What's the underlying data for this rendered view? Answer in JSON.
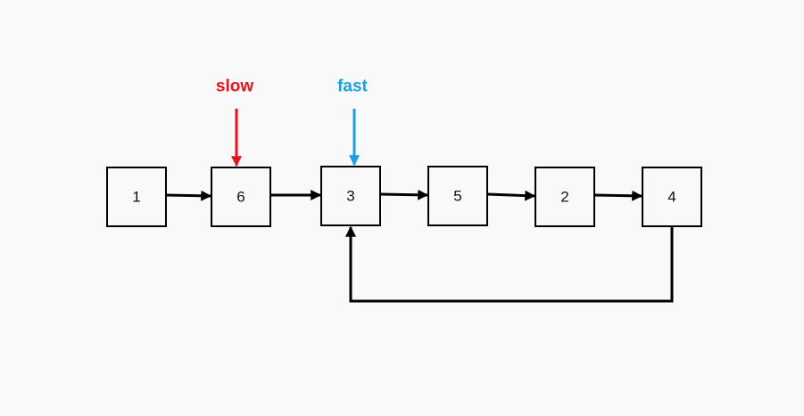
{
  "nodes": [
    {
      "id": "n1",
      "label": "1"
    },
    {
      "id": "n6",
      "label": "6"
    },
    {
      "id": "n3",
      "label": "3"
    },
    {
      "id": "n5",
      "label": "5"
    },
    {
      "id": "n2",
      "label": "2"
    },
    {
      "id": "n4",
      "label": "4"
    }
  ],
  "edges": [
    {
      "from": "n1",
      "to": "n6"
    },
    {
      "from": "n6",
      "to": "n3"
    },
    {
      "from": "n3",
      "to": "n5"
    },
    {
      "from": "n5",
      "to": "n2"
    },
    {
      "from": "n2",
      "to": "n4"
    },
    {
      "from": "n4",
      "to": "n3",
      "kind": "cycle-back"
    }
  ],
  "pointers": {
    "slow": {
      "label": "slow",
      "target": "n6",
      "color": "#e3141b"
    },
    "fast": {
      "label": "fast",
      "target": "n3",
      "color": "#1aa0dc"
    }
  },
  "colors": {
    "background": "#f9f9f9",
    "edge": "#000000"
  }
}
